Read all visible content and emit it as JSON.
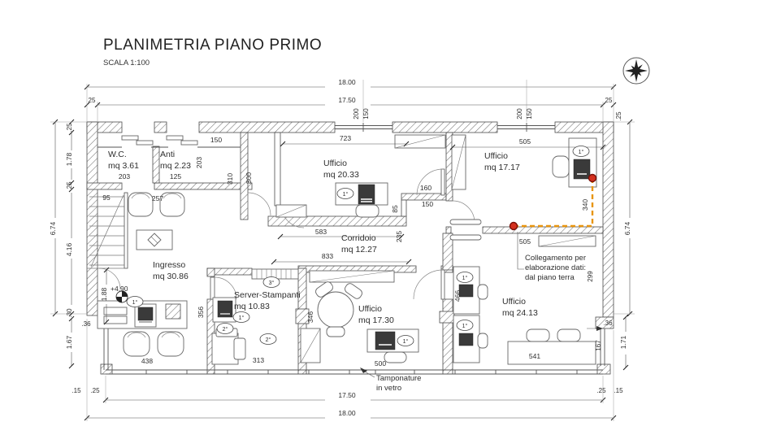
{
  "header": {
    "title": "PLANIMETRIA PIANO PRIMO",
    "scale_label": "SCALA 1:100"
  },
  "rooms": {
    "wc": {
      "name": "W.C.",
      "area": "mq 3.61"
    },
    "anti": {
      "name": "Anti",
      "area": "mq 2.23"
    },
    "ufficio_20": {
      "name": "Ufficio",
      "area": "mq 20.33"
    },
    "ufficio_17a": {
      "name": "Ufficio",
      "area": "mq 17.17"
    },
    "corridoio": {
      "name": "Corridoio",
      "area": "mq 12.27"
    },
    "ingresso": {
      "name": "Ingresso",
      "area": "mq 30.86"
    },
    "server": {
      "name": "Server-Stampanti",
      "area": "mq 10.83"
    },
    "ufficio_17b": {
      "name": "Ufficio",
      "area": "mq 17.30"
    },
    "ufficio_24": {
      "name": "Ufficio",
      "area": "mq 24.13"
    }
  },
  "annotations": {
    "collegamento1": "Collegamento per",
    "collegamento2": "elaborazione dati:",
    "collegamento3": "dal piano terra",
    "tamponature1": "Tamponature",
    "tamponature2": "in vetro",
    "level": "+4.90"
  },
  "markers": {
    "m1": "1°",
    "m2": "2°",
    "m3": "3°"
  },
  "colors": {
    "accent_red": "#d4301e",
    "accent_red_ring": "#7a1008",
    "accent_orange": "#e8950f"
  },
  "dims": {
    "overall_width": "18.00",
    "inner_width": "17.50",
    "wall_thk_left": "25",
    "wall_thk_right": "25",
    "win1_w": "200",
    "win1_h": "150",
    "win2_w": "200",
    "win2_h": "150",
    "right_top": ".25",
    "left_1": ".25",
    "left_2": "1.78",
    "left_3": ".25",
    "left_overall": "6.74",
    "left_4": "4.16",
    "left_5": ".30",
    "left_6": "1.88",
    "left_7": "1.67",
    "left_8": ".15",
    "left_9": ".25",
    "left_10": ".36",
    "right_overall": "6.74",
    "right_1": ".36",
    "right_2": "167",
    "right_3": "1.71",
    "right_4": "299",
    "bottom_inner": "17.50",
    "bottom_overall": "18.00",
    "bottom_r1": ".25",
    "bottom_r2": ".15",
    "wc_w": "203",
    "anti_w": "125",
    "top_strip": "150",
    "anti_d": "203",
    "v310": "310",
    "v300": "300",
    "seat_95": "95",
    "seat_257": "257",
    "uff20_top": "723",
    "uff20_bottom": "583",
    "step_85": "85",
    "step_160": "160",
    "step_150": "150",
    "uff17a_w": "505",
    "drop_340": "340",
    "corr_w": "833",
    "corr_h": "235",
    "corr_r": "505",
    "server_w": "313",
    "server_h": "356",
    "door_346": "346",
    "desk_500": "500",
    "desk_466": "466",
    "table_541": "541",
    "desk_438": "438"
  }
}
